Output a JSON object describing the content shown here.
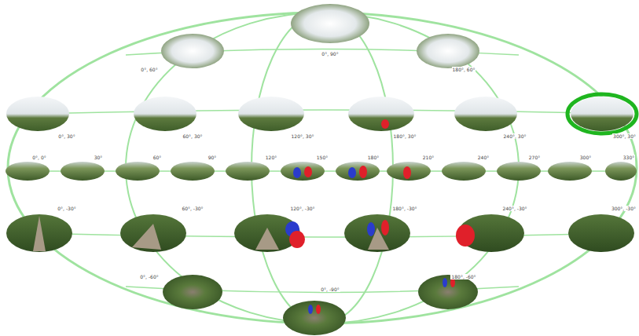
{
  "diagram": {
    "labels": [
      "0°, 90°",
      "0°, 60°",
      "180°, 60°",
      "0°, 30°",
      "60°, 30°",
      "120°, 30°",
      "180°, 30°",
      "240°, 30°",
      "300°, 30°",
      "0°, 0°",
      "30°",
      "60°",
      "90°",
      "120°",
      "150°",
      "180°",
      "210°",
      "240°",
      "270°",
      "300°",
      "330°",
      "0°, -30°",
      "60°, -30°",
      "120°, -30°",
      "180°, -30°",
      "240°, -30°",
      "300°, -30°",
      "0°, -60°",
      "180°, -60°",
      "0°, -90°"
    ]
  }
}
